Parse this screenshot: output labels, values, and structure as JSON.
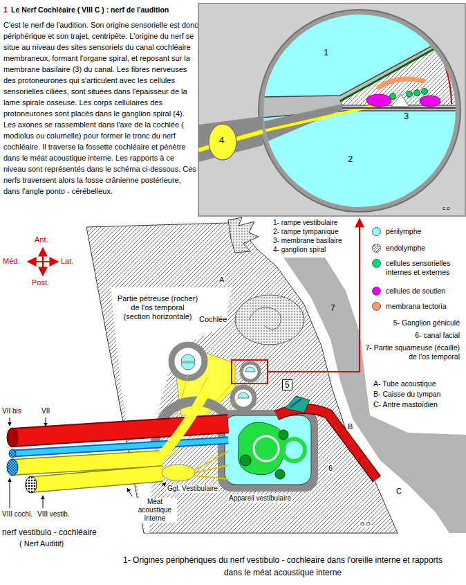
{
  "diagram": {
    "title": "Le Nerf Cochléaire ( VIII C ) : nerf de l'audition",
    "caption": "1- Origines périphériques du nerf vestibulo - cochléaire dans l'oreille interne et rapports dans le méat acoustique interne",
    "nodes": [
      {
        "text": [
          "5"
        ]
      }
    ],
    "labels": [
      "1",
      "C'est le nerf de l'audition. Son origine sensorielle est donc périphérique et son trajet, centripète. L'origine du nerf se situe au niveau des sites sensoriels du canal cochléaire membraneux, formant l'organe spiral, et reposant sur la membrane basilaire (3) du canal. Les fibres nerveuses des protoneurones qui s'articulent avec les cellules sensorielles ciliées, sont situées dans l'épaisseur de la lame spirale osseuse. Les corps cellulaires des protoneurones sont placés dans le ganglion spiral (4). Les axones se rassemblent dans l'axe de la cochlée ( modiolus ou columelle) pour former le tronc du nerf cochléaire. Il traverse la fossette cochléaire et pénètre dans le méat acoustique interne. Les rapports à ce niveau sont représentés dans le schéma ci-dessous. Ces nerfs traversent alors la fosse crânienne postérieure, dans l'angle ponto - cérébelleux.",
      "1",
      "2",
      "3",
      "4",
      "c.o",
      "1- rampe vestibulaire",
      "2- rampe tympanique",
      "3- membrane basilaire",
      "4- ganglion spiral",
      "Ant.",
      "Méd.",
      "Lat.",
      "Post.",
      "Partie pétreuse (rocher) de l'os temporal (section horizontale)",
      "Cochlée",
      "A",
      "7",
      "5- Ganglion géniculé",
      "6- canal facial",
      "7- Partie squameuse (écaille) de l'os temporal",
      "A- Tube acoustique",
      "B- Caisse du tympan",
      "C- Antre mastoïdien",
      "B",
      "C",
      "6",
      "VII bis",
      "VII",
      "VIII cochl.",
      "VIII vestib.",
      "Ggl. Vestibulaire",
      "Méat acoustique interne",
      "Appareil vestibulaire",
      "nerf vestibulo - cochléaire",
      "( Nerf Auditif)",
      "G.O"
    ],
    "legend": [
      {
        "text": "périlymphe",
        "color": "#99ffff"
      },
      {
        "text": "endolymphe"
      },
      {
        "text": "cellules sensorielles internes et externes",
        "color": "#00dd77"
      },
      {
        "text": "cellules de soutien",
        "color": "#ee00ee"
      },
      {
        "text": "membrana tectoria",
        "color": "#ff9966"
      }
    ]
  }
}
